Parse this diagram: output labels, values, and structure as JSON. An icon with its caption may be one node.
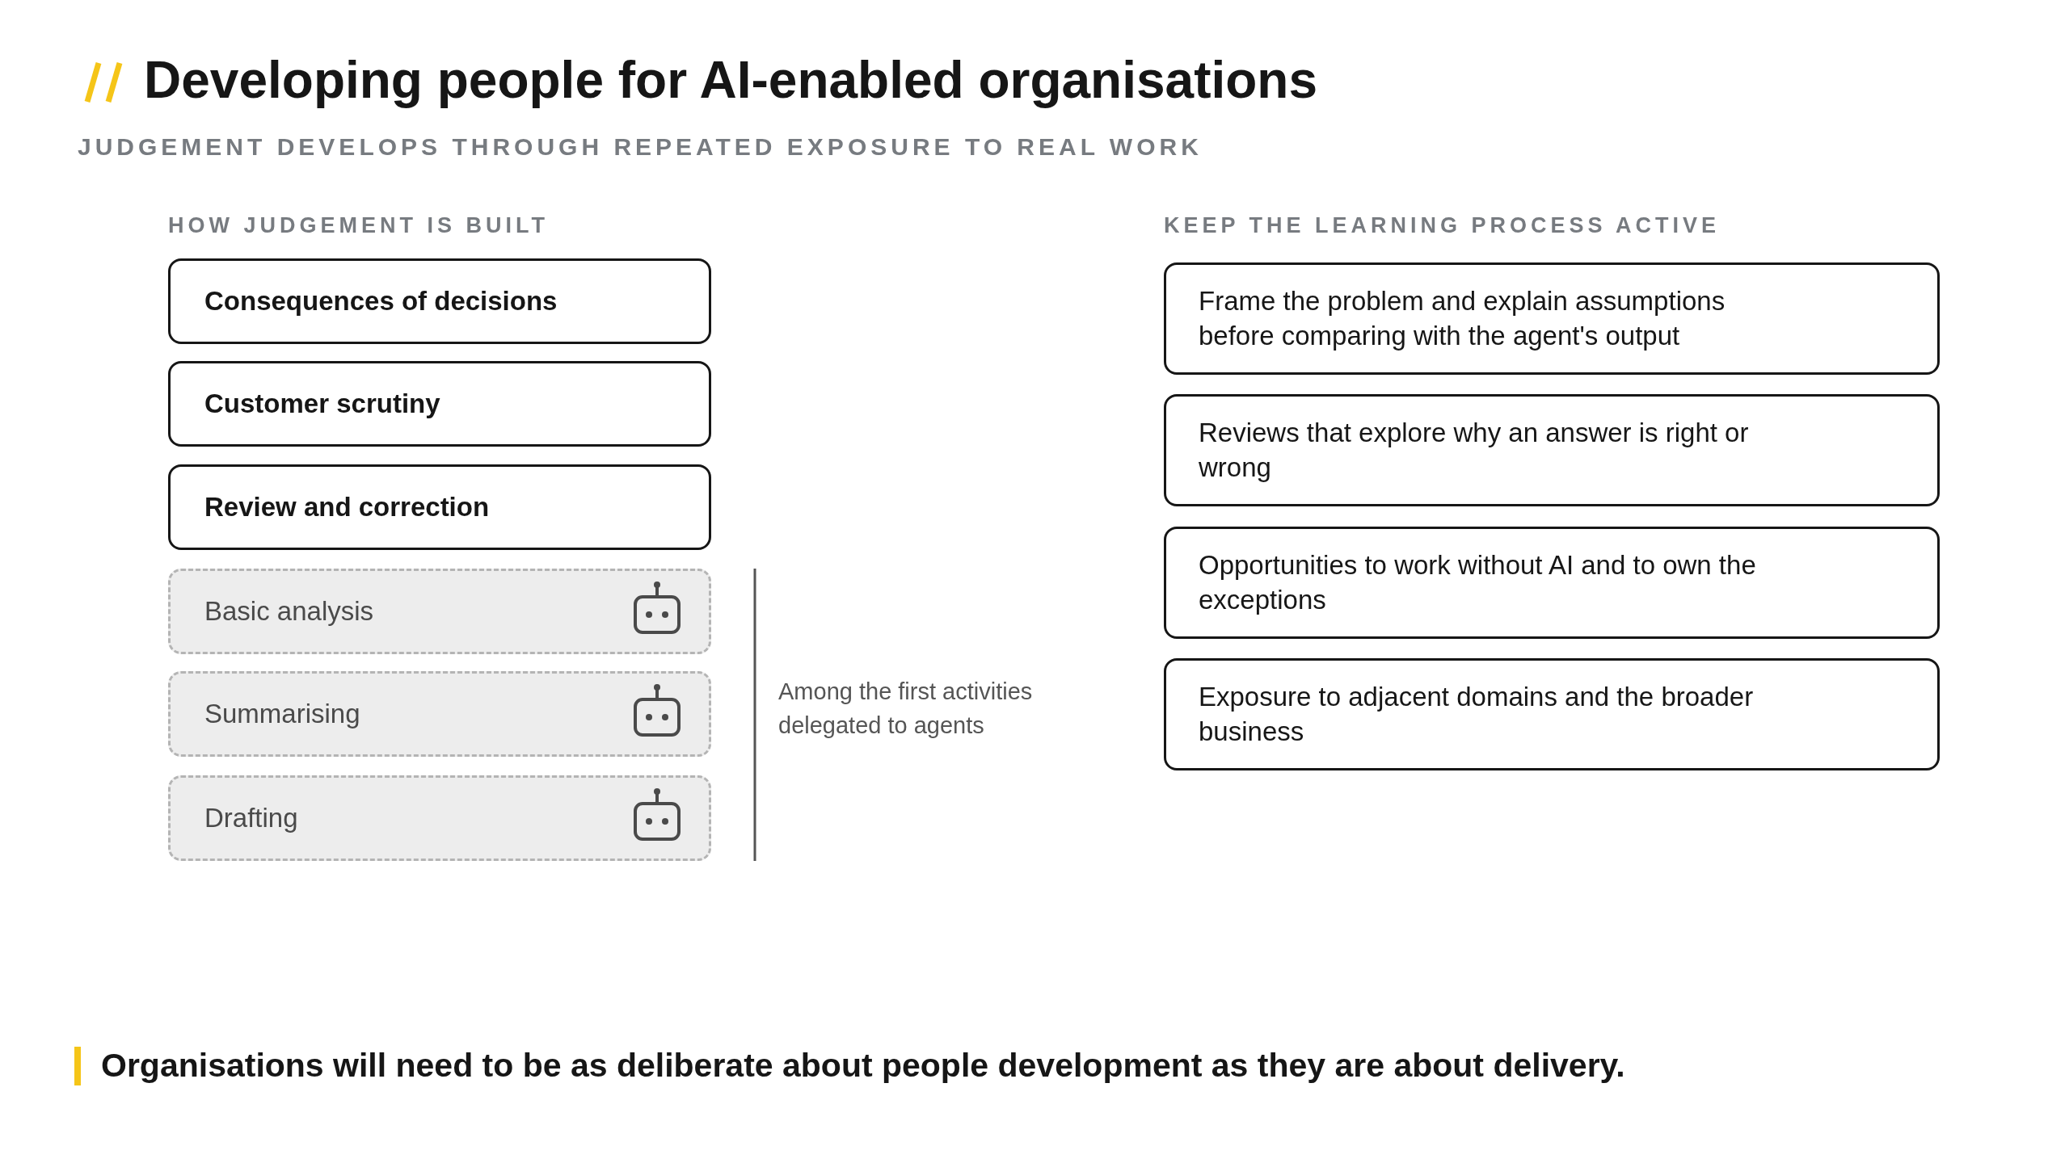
{
  "diagram": {
    "title": "Developing people for AI-enabled organisations",
    "caption": "Organisations will need to be as deliberate about people development as they are about delivery.",
    "nodes": [
      {
        "text": [
          "Consequences of decisions"
        ]
      },
      {
        "text": [
          "Customer scrutiny"
        ]
      },
      {
        "text": [
          "Review and correction"
        ]
      },
      {
        "text": [
          "Basic analysis"
        ]
      },
      {
        "text": [
          "Summarising"
        ]
      },
      {
        "text": [
          "Drafting"
        ]
      },
      {
        "text": [
          "Frame the problem and explain assumptions before comparing with the agent's output"
        ]
      },
      {
        "text": [
          "Reviews that explore why an answer is right or wrong"
        ]
      },
      {
        "text": [
          "Opportunities to work without AI and to own the exceptions"
        ]
      },
      {
        "text": [
          "Exposure to adjacent domains and the broader business"
        ]
      }
    ],
    "labels": [
      "JUDGEMENT DEVELOPS THROUGH REPEATED EXPOSURE TO REAL WORK",
      "HOW JUDGEMENT IS BUILT",
      "KEEP THE LEARNING PROCESS ACTIVE",
      "Among the first activities delegated to agents"
    ]
  }
}
